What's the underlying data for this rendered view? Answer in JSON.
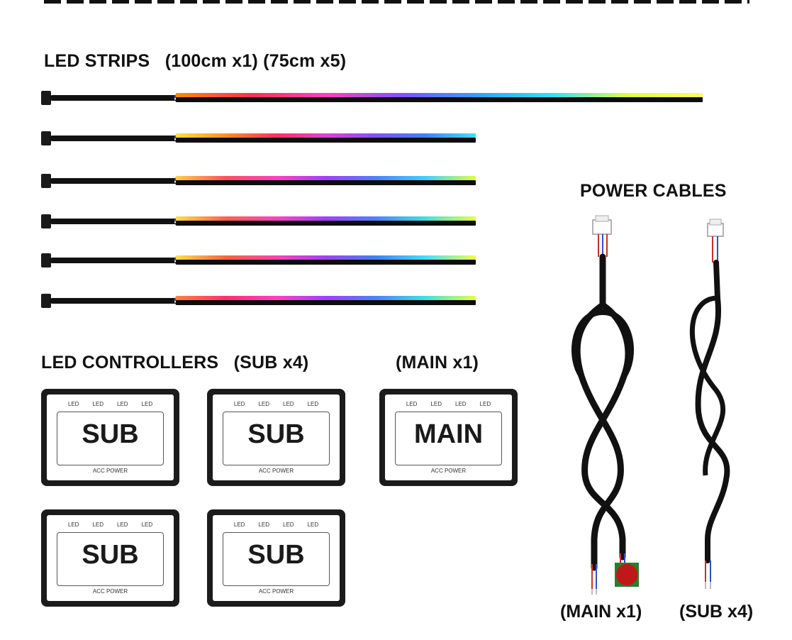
{
  "strips_heading": {
    "label": "LED STRIPS",
    "qty_long": "(100cm x",
    "qty_long_n": "1",
    "qty_long_end": ")",
    "qty_short": "(75cm x",
    "qty_short_n": "5",
    "qty_short_end": ")"
  },
  "strips": [
    {
      "length_fraction": 1.0
    },
    {
      "length_fraction": 0.6
    },
    {
      "length_fraction": 0.6
    },
    {
      "length_fraction": 0.6
    },
    {
      "length_fraction": 0.6
    },
    {
      "length_fraction": 0.6
    }
  ],
  "controllers_heading": {
    "label": "LED CONTROLLERS",
    "sub_qty": "(SUB x4)",
    "main_qty": "(MAIN x1)"
  },
  "controllers": [
    {
      "name": "SUB",
      "leds": [
        "LED",
        "LED",
        "LED",
        "LED"
      ],
      "footer": "ACC POWER"
    },
    {
      "name": "SUB",
      "leds": [
        "LED",
        "LED",
        "LED",
        "LED"
      ],
      "footer": "ACC POWER"
    },
    {
      "name": "MAIN",
      "leds": [
        "LED",
        "LED",
        "LED",
        "LED"
      ],
      "footer": "ACC POWER"
    },
    {
      "name": "SUB",
      "leds": [
        "LED",
        "LED",
        "LED",
        "LED"
      ],
      "footer": "ACC POWER"
    },
    {
      "name": "SUB",
      "leds": [
        "LED",
        "LED",
        "LED",
        "LED"
      ],
      "footer": "ACC POWER"
    }
  ],
  "power_cables": {
    "heading": "POWER CABLES",
    "main_caption": "(MAIN x1)",
    "sub_caption": "(SUB x4)"
  },
  "colors": {
    "cable": "#111111",
    "switch": "#c01818",
    "switch_base": "#2e7a2e",
    "wire_red": "#c83030",
    "wire_blue": "#3050c8"
  }
}
